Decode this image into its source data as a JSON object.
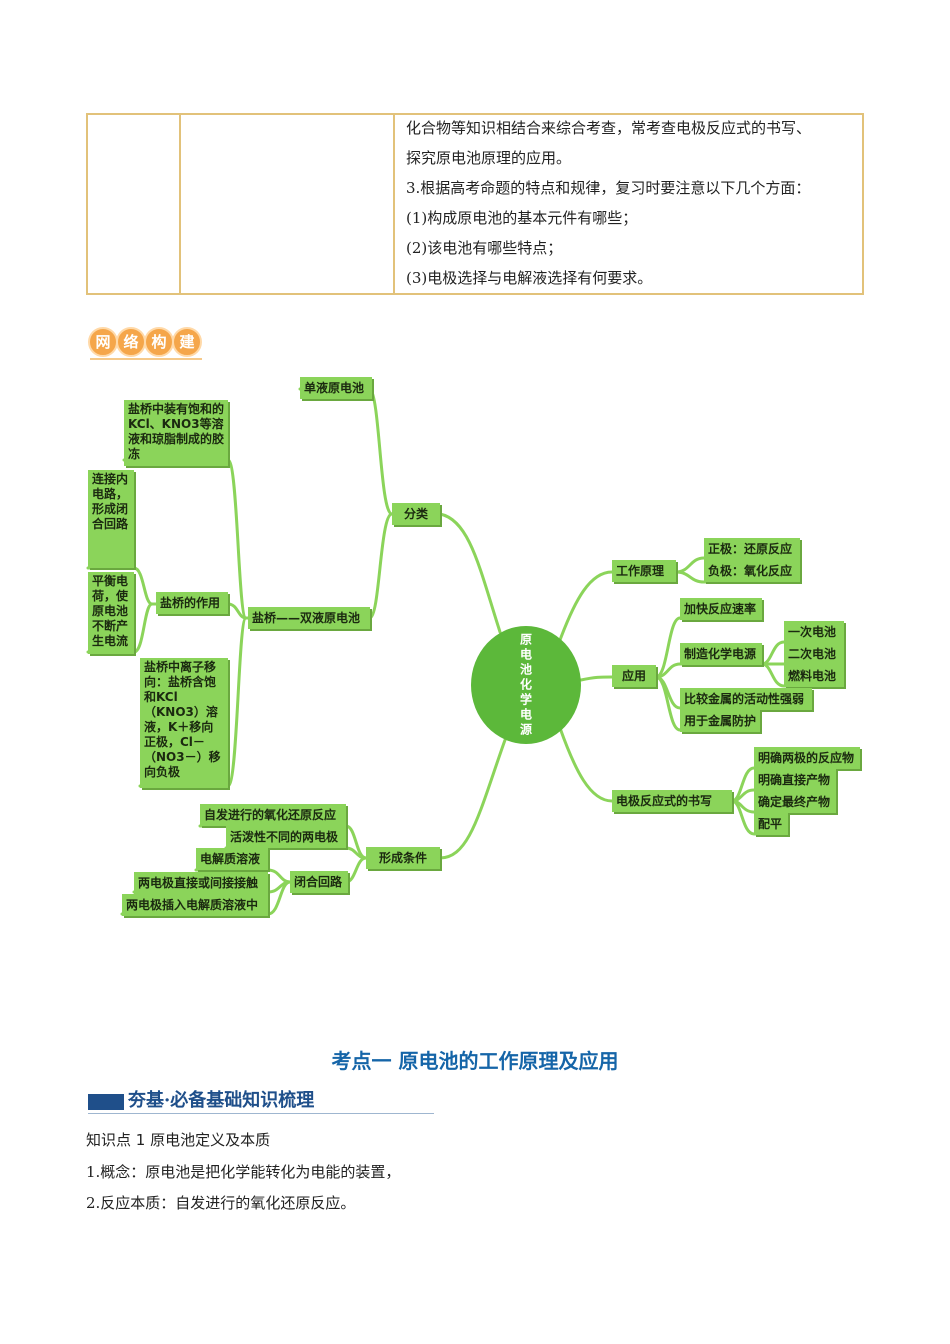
{
  "table": {
    "lines": [
      "化合物等知识相结合来综合考查，常考查电极反应式的书写、",
      "探究原电池原理的应用。",
      "3.根据高考命题的特点和规律，复习时要注意以下几个方面：",
      "(1)构成原电池的基本元件有哪些；",
      "(2)该电池有哪些特点；",
      "(3)电极选择与电解液选择有何要求。"
    ]
  },
  "badge": {
    "chars": [
      "网",
      "络",
      "构",
      "建"
    ]
  },
  "mindmap": {
    "center": "原电池化学电源",
    "fenlei": "分类",
    "danye": "单液原电池",
    "shuangye": "盐桥——双液原电池",
    "yanqiao_content": "盐桥中装有饱和的KCl、KNO3等溶液和琼脂制成的胶冻",
    "yanqiao_zuoyong": "盐桥的作用",
    "lianjie": "连接内电路，形成闭合回路",
    "pingheng": "平衡电荷，使原电池不断产生电流",
    "lizi": "盐桥中离子移向：盐桥含饱和KCl（KNO3）溶液，K＋移向正极，Cl－（NO3－）移向负极",
    "xingcheng": "形成条件",
    "zifa": "自发进行的氧化还原反应",
    "huopo": "活泼性不同的两电极",
    "dianjiezhi": "电解质溶液",
    "bihe": "闭合回路",
    "liangdianji_jiechu": "两电极直接或间接接触",
    "liangdianji_charu": "两电极插入电解质溶液中",
    "gongzuo": "工作原理",
    "zhengji": "正极：还原反应",
    "fuji": "负极：氧化反应",
    "yingyong": "应用",
    "jiakuai": "加快反应速率",
    "zhizao": "制造化学电源",
    "yici": "一次电池",
    "erci": "二次电池",
    "ranliao": "燃料电池",
    "bijiao": "比较金属的活动性强弱",
    "fanghu": "用于金属防护",
    "shuxie": "电极反应式的书写",
    "mingque_fanying": "明确两极的反应物",
    "mingque_zhijie": "明确直接产物",
    "queding": "确定最终产物",
    "peiping": "配平"
  },
  "kaodian_title": "考点一  原电池的工作原理及应用",
  "section_heading": "夯基·必备基础知识梳理",
  "zhishidian": "知识点 1 原电池定义及本质",
  "points": [
    "1.概念：原电池是把化学能转化为电能的装置，",
    "2.反应本质：自发进行的氧化还原反应。"
  ],
  "colors": {
    "node_green": "#8bd45a",
    "center_green": "#5cb83a",
    "title_blue": "#1565a8",
    "table_border": "#e2c27a"
  }
}
